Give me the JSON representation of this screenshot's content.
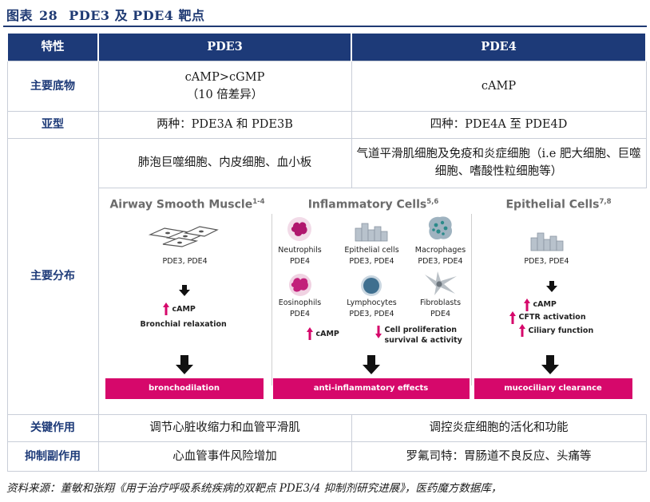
{
  "figure": {
    "label": "图表",
    "number": "28",
    "title": "PDE3 及 PDE4 靶点"
  },
  "table": {
    "headers": [
      "特性",
      "PDE3",
      "PDE4"
    ],
    "substrate": {
      "label": "主要底物",
      "pde3_line1": "cAMP>cGMP",
      "pde3_line2": "（10 倍差异）",
      "pde4": "cAMP"
    },
    "subtype": {
      "label": "亚型",
      "pde3": "两种：PDE3A 和 PDE3B",
      "pde4": "四种：PDE4A 至 PDE4D"
    },
    "distribution": {
      "label": "主要分布",
      "pde3": "肺泡巨噬细胞、内皮细胞、血小板",
      "pde4": "气道平滑肌细胞及免疫和炎症细胞（i.e 肥大细胞、巨噬细胞、嗜酸性粒细胞等）"
    },
    "effect": {
      "label": "关键作用",
      "pde3": "调节心脏收缩力和血管平滑肌",
      "pde4": "调控炎症细胞的活化和功能"
    },
    "side_effect": {
      "label": "抑制副作用",
      "pde3": "心血管事件风险增加",
      "pde4": "罗氟司特：胃肠道不良反应、头痛等"
    }
  },
  "illustration": {
    "airway": {
      "heading": "Airway Smooth Muscle",
      "heading_sup": "1-4",
      "enzymes": "PDE3, PDE4",
      "camp": "cAMP",
      "relax": "Bronchial relaxation",
      "bar": "bronchodilation"
    },
    "inflammatory": {
      "heading": "Inflammatory Cells",
      "heading_sup": "5,6",
      "cells": [
        {
          "name": "Neutrophils",
          "enzymes": "PDE4"
        },
        {
          "name": "Epithelial cells",
          "enzymes": "PDE3, PDE4"
        },
        {
          "name": "Macrophages",
          "enzymes": "PDE3, PDE4"
        },
        {
          "name": "Eosinophils",
          "enzymes": "PDE4"
        },
        {
          "name": "Lymphocytes",
          "enzymes": "PDE3, PDE4"
        },
        {
          "name": "Fibroblasts",
          "enzymes": "PDE4"
        }
      ],
      "camp": "cAMP",
      "prolif_line1": "Cell proliferation",
      "prolif_line2": "survival & activity",
      "bar": "anti-inflammatory effects"
    },
    "epithelial": {
      "heading": "Epithelial Cells",
      "heading_sup": "7,8",
      "enzymes": "PDE3, PDE4",
      "camp": "cAMP",
      "cftr": "CFTR activation",
      "ciliary": "Ciliary function",
      "bar": "mucociliary clearance"
    },
    "colors": {
      "accent": "#d6086b",
      "header": "#1d3a78",
      "heading_gray": "#6b6b6b"
    }
  },
  "source": "资料来源：董敏和张翔《用于治疗呼吸系统疾病的双靶点 PDE3/4 抑制剂研究进展》，医药魔方数据库，"
}
